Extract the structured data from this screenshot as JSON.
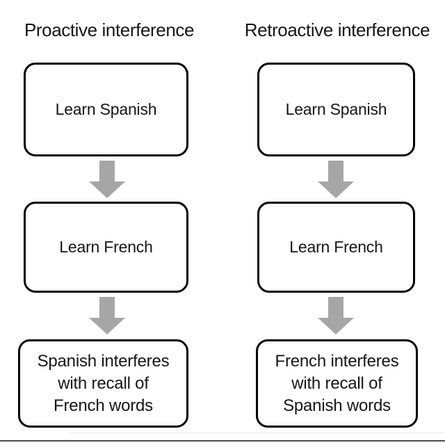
{
  "figure": {
    "background_color": "#ffffff",
    "box_border_color": "#000000",
    "box_fill_color": "#ffffff",
    "arrow_color": "#a6a6a6",
    "text_color": "#161616",
    "rule_color": "#4c4c4c"
  },
  "columns": [
    {
      "id": "proactive",
      "title": "Proactive interference",
      "steps": [
        {
          "id": "learn-spanish",
          "lines": [
            "Learn Spanish"
          ]
        },
        {
          "id": "learn-french",
          "lines": [
            "Learn French"
          ]
        },
        {
          "id": "outcome",
          "lines": [
            "Spanish interferes",
            "with recall of",
            "French words"
          ]
        }
      ],
      "arrows": [
        {
          "id": "arrow-1",
          "direction": "down"
        },
        {
          "id": "arrow-2",
          "direction": "down"
        }
      ]
    },
    {
      "id": "retroactive",
      "title": "Retroactive interference",
      "steps": [
        {
          "id": "learn-spanish",
          "lines": [
            "Learn Spanish"
          ]
        },
        {
          "id": "learn-french",
          "lines": [
            "Learn French"
          ]
        },
        {
          "id": "outcome",
          "lines": [
            "French interferes",
            "with recall of",
            "Spanish words"
          ]
        }
      ],
      "arrows": [
        {
          "id": "arrow-1",
          "direction": "down"
        },
        {
          "id": "arrow-2",
          "direction": "down"
        }
      ]
    }
  ]
}
